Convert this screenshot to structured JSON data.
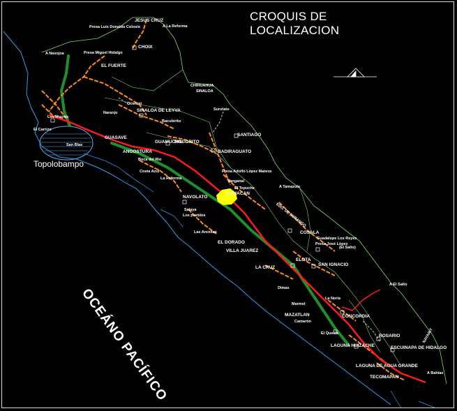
{
  "title": {
    "line1": "CROQUIS DE",
    "line2": "LOCALIZACION"
  },
  "ocean": "OCEÁNO PACÍFICO",
  "port_label": "Topolobampo",
  "colors": {
    "background": "#000000",
    "state_border": "#7fd96c",
    "coast": "#2aa0f0",
    "highway": "#ff1a1a",
    "roads": "#ff8c1a",
    "irrigation": "#1f8f2a",
    "city": "#ffff00",
    "dirt_road": "#aaaaaa",
    "port_water": "#5ab0ff"
  },
  "places": {
    "jesus_cruz": "JESUS CRUZ",
    "a_la_reforma": "A La Reforma",
    "presa_luis": "Presa Luis Donaldo Colosio",
    "choix": "CHOIX",
    "a_navojoa": "A Navojoa",
    "presa_miguel": "Presa Miguel Hidalgo",
    "el_fuerte": "EL FUERTE",
    "chihuahua": "CHIHUAHUA",
    "sinaloa": "SINALOA",
    "ocoroni": "Ocoroni",
    "sinaloa_leyva": "SINALOA DE LEYVA",
    "naranjo": "Naranjo",
    "bacubirito": "Bacubirito",
    "los_mochis": "Los Mochis",
    "el_carrizo": "El Carrizo",
    "guasave": "GUASAVE",
    "san_blas": "San Blas",
    "surutato": "Surutato",
    "santiago": "SANTIAGO",
    "angostura": "ANGOSTURA",
    "guamuchil": "GUAMUCHIL",
    "mocorito": "MOCORITO",
    "badiraguato": "BADIRAGUATO",
    "boca_rio": "Boca del Río",
    "costa_azul": "Costa Azul",
    "la_reforma": "La Reforma",
    "presa_adolfo": "Presa Adolfo López Mateos",
    "culiacan": "CULIACAN",
    "el_tepuche": "El Tepuche",
    "vanganal": "Vanganal",
    "a_tamazula": "A Tamazula",
    "navolato": "NAVOLATO",
    "emp_durango": "EDO. DE DURANGO",
    "los_pueblos": "Los pueblos",
    "salaya": "Salaya",
    "las_arenitas": "Las Arenitas",
    "el_dorado": "EL DORADO",
    "cosala": "COSALA",
    "guadalupe_reyes": "Guadalupe Los Reyes",
    "presa_jose": "Presa José López",
    "el_salto_label": "(El Salto)",
    "villa_juarez": "VILLA JUAREZ",
    "elota": "ELOTA",
    "san_ignacio": "SAN IGNACIO",
    "la_cruz": "LA CRUZ",
    "a_el_salto": "A El Salto",
    "dimas": "Dimas",
    "la_noria": "La Noria",
    "marmol": "Marmol",
    "mazatlan": "MAZATLAN",
    "concordia": "CONCORDIA",
    "camarón": "Camarón",
    "el_quelite": "El Quelite",
    "rosario": "ROSARIO",
    "laguna_huizache": "LAGUNA HUIZACHE",
    "escuinapa": "ESCUINAPA DE HIDALGO",
    "laguna_agua_grande": "LAGUNA DE AGUA GRANDE",
    "tecomapan": "TECOMAPAN",
    "a_bahias": "A Bahías",
    "nayarit": "NAYARIT"
  }
}
